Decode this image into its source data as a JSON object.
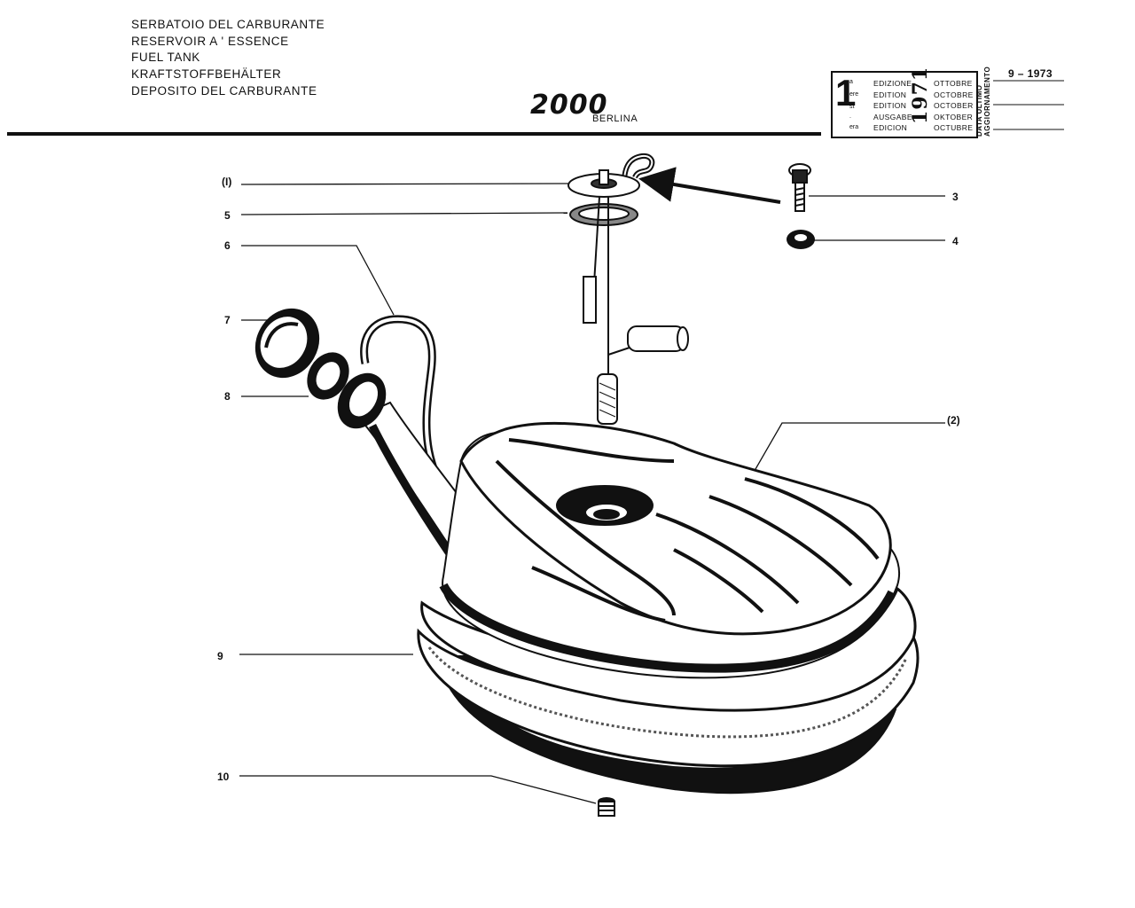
{
  "header": {
    "titles": [
      "SERBATOIO DEL CARBURANTE",
      "RESERVOIR A ' ESSENCE",
      "FUEL TANK",
      "KRAFTSTOFFBEHÄLTER",
      "DEPOSITO DEL CARBURANTE"
    ],
    "logo": "2000",
    "model": "BERLINA"
  },
  "edition_box": {
    "number": "1",
    "superscripts": [
      "a",
      "ere",
      "st",
      ".",
      "era"
    ],
    "labels": [
      "EDIZIONE",
      "EDITION",
      "EDITION",
      "AUSGABE",
      "EDICION"
    ],
    "year": "1971",
    "months": [
      "OTTOBRE",
      "OCTOBRE",
      "OCTOBER",
      "OKTOBER",
      "OCTUBRE"
    ],
    "update_label_lines": [
      "DATA ULTIMO",
      "AGGIORNAMENTO"
    ],
    "update_value": "9 – 1973"
  },
  "callouts": [
    {
      "id": "c-I",
      "text": "(I)"
    },
    {
      "id": "c-5",
      "text": "5"
    },
    {
      "id": "c-6",
      "text": "6"
    },
    {
      "id": "c-7",
      "text": "7"
    },
    {
      "id": "c-8",
      "text": "8"
    },
    {
      "id": "c-3",
      "text": "3"
    },
    {
      "id": "c-4",
      "text": "4"
    },
    {
      "id": "c-2",
      "text": "(2)"
    },
    {
      "id": "c-9",
      "text": "9"
    },
    {
      "id": "c-10",
      "text": "10"
    }
  ]
}
